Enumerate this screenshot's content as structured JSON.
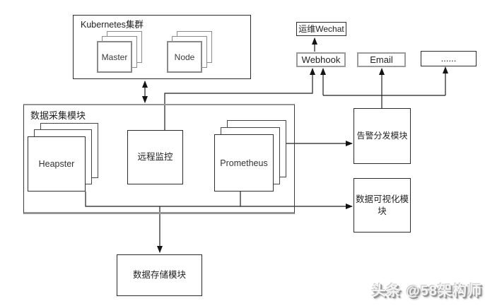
{
  "canvas": {
    "background": "#ffffff",
    "line_color": "#1f1f1f",
    "black_border": "#2b2b2b",
    "gray_border": "#9c9c9c"
  },
  "nodes": {
    "k8s_cluster": {
      "label": "Kubernetes集群"
    },
    "master": {
      "label": "Master"
    },
    "node": {
      "label": "Node"
    },
    "ops_wechat": {
      "label": "运维Wechat"
    },
    "webhook": {
      "label": "Webhook"
    },
    "email": {
      "label": "Email"
    },
    "others": {
      "label": "......"
    },
    "data_collection": {
      "label": "数据采集模块"
    },
    "heapster": {
      "label": "Heapster"
    },
    "remote_monitor": {
      "label": "远程监控"
    },
    "prometheus": {
      "label": "Prometheus"
    },
    "alert_dispatch": {
      "label": "告警分发模块"
    },
    "data_visualization": {
      "label": "数据可视化模块"
    },
    "data_storage": {
      "label": "数据存储模块"
    }
  },
  "edges": [
    {
      "from": "k8s_cluster",
      "to": "data_collection",
      "type": "bidirectional-arrow"
    },
    {
      "from": "remote_monitor",
      "to": "webhook",
      "type": "arrow"
    },
    {
      "from": "webhook",
      "to": "ops_wechat",
      "type": "arrow"
    },
    {
      "from": "alert_dispatch",
      "to": "webhook",
      "type": "arrow"
    },
    {
      "from": "alert_dispatch",
      "to": "email",
      "type": "arrow"
    },
    {
      "from": "alert_dispatch",
      "to": "others",
      "type": "arrow"
    },
    {
      "from": "prometheus",
      "to": "alert_dispatch",
      "type": "arrow"
    },
    {
      "from": "heapster_prometheus_bus",
      "to": "data_visualization",
      "type": "arrow"
    },
    {
      "from": "heapster_prometheus_bus",
      "to": "data_storage",
      "type": "arrow"
    }
  ],
  "watermark": {
    "text": "头条 @58架构师"
  }
}
